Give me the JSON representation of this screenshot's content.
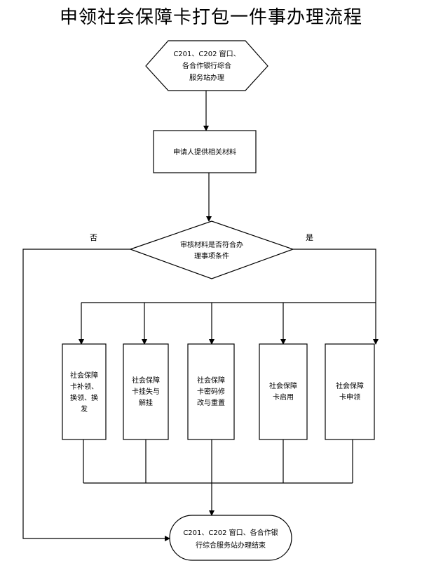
{
  "title": "申领社会保障卡打包一件事办理流程",
  "start": [
    "C201、C202 窗口、",
    "各合作银行综合",
    "服务站办理"
  ],
  "step1": "申请人提供相关材料",
  "decision": [
    "审核材料是否符合办",
    "理事项条件"
  ],
  "no_label": "否",
  "yes_label": "是",
  "services": [
    [
      "社会保障",
      "卡补领、",
      "换领、换",
      "发"
    ],
    [
      "社会保障",
      "卡挂失与",
      "解挂"
    ],
    [
      "社会保障",
      "卡密码修",
      "改与重置"
    ],
    [
      "社会保障",
      "卡启用"
    ],
    [
      "社会保障",
      "卡申领"
    ]
  ],
  "end": [
    "C201、C202 窗口、各合作银",
    "行综合服务站办理结束"
  ]
}
